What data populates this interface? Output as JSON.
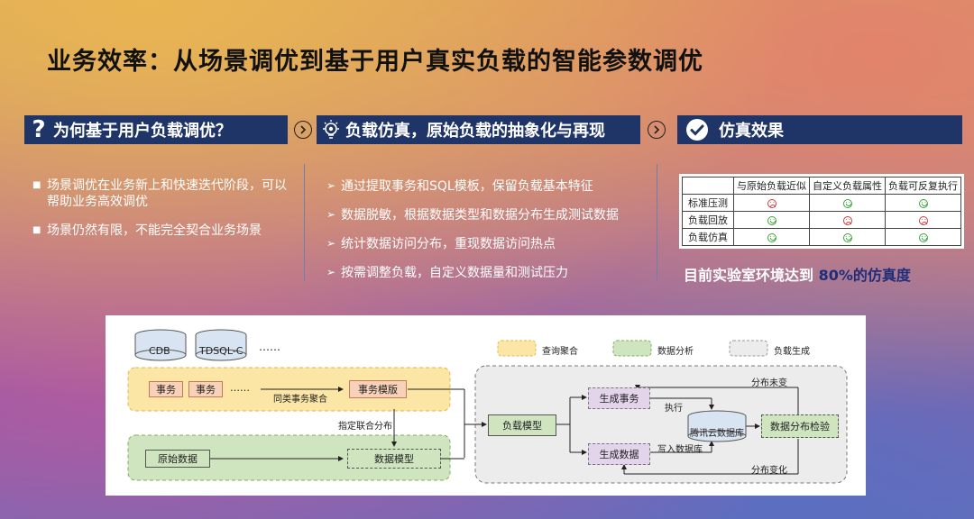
{
  "title": "业务效率：从场景调优到基于用户真实负载的智能参数调优",
  "sections": [
    {
      "label": "为何基于用户负载调优？",
      "icon": "question-icon"
    },
    {
      "label": "负载仿真，原始负载的抽象化与再现",
      "icon": "lightbulb-gear-icon"
    },
    {
      "label": "仿真效果",
      "icon": "check-circle-icon"
    }
  ],
  "left_bullets": [
    "场景调优在业务新上和快速迭代阶段，可以帮助业务高效调优",
    "场景仍然有限，不能完全契合业务场景"
  ],
  "middle_bullets": [
    "通过提取事务和SQL模板，保留负载基本特征",
    "数据脱敏，根据数据类型和数据分布生成测试数据",
    "统计数据访问分布，重现数据访问热点",
    "按需调整负载，自定义数据量和测试压力"
  ],
  "effect_table": {
    "columns": [
      "",
      "与原始负载近似",
      "自定义负载属性",
      "负载可反复执行"
    ],
    "rows": [
      {
        "name": "标准压测",
        "cells": [
          "bad",
          "good",
          "good"
        ]
      },
      {
        "name": "负载回放",
        "cells": [
          "good",
          "bad",
          "bad"
        ]
      },
      {
        "name": "负载仿真",
        "cells": [
          "good",
          "good",
          "good"
        ]
      }
    ]
  },
  "summary": {
    "prefix": "目前实验室环境达到 ",
    "highlight": "80%的仿真度"
  },
  "diagram": {
    "db1": "CDB",
    "db2": "TDSQL-C",
    "ellipsis": "……",
    "legend": [
      {
        "label": "查询聚合",
        "color": "#fbe6a6",
        "border": "#e0b94a"
      },
      {
        "label": "数据分析",
        "color": "#cfe5c0",
        "border": "#7fae62"
      },
      {
        "label": "负载生成",
        "color": "#ececec",
        "border": "#999999"
      }
    ],
    "txn1": "事务",
    "txn2": "事务",
    "txn_more": "……",
    "same_agg": "同类事务聚合",
    "txn_template": "事务模版",
    "joint_dist": "指定联合分布",
    "raw_data": "原始数据",
    "data_model": "数据模型",
    "load_model": "负载模型",
    "gen_txn": "生成事务",
    "gen_data": "生成数据",
    "execute": "执行",
    "write_db": "写入数据库",
    "tencent_db": "腾讯云数据库",
    "dist_check": "数据分布检验",
    "dist_same": "分布未变",
    "dist_changed": "分布变化"
  }
}
